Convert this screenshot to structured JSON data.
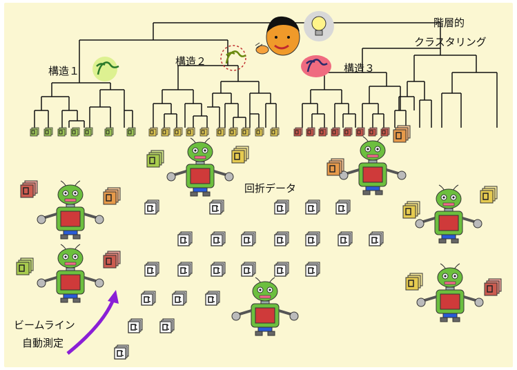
{
  "title": {
    "line1": "階層的",
    "line2": "クラスタリング"
  },
  "structures": [
    {
      "label": "構造１"
    },
    {
      "label": "構造２"
    },
    {
      "label": "構造３"
    }
  ],
  "center_label": "回折データ",
  "beamline": {
    "line1": "ビームライン",
    "line2": "自動測定"
  },
  "colors": {
    "background": "#fbf7d2",
    "green_cluster": "#8ab33a",
    "yellow_cluster": "#d8c04a",
    "red_cluster": "#c8564a",
    "orange_cluster": "#e79a4a",
    "arrow": "#8a1fd6",
    "robot_body": "#6cbf3e",
    "robot_blue": "#2a5bd7"
  },
  "icons": [
    "scientist-face-icon",
    "lightbulb-icon",
    "hand-icon",
    "robot-icon",
    "data-stack-icon"
  ]
}
